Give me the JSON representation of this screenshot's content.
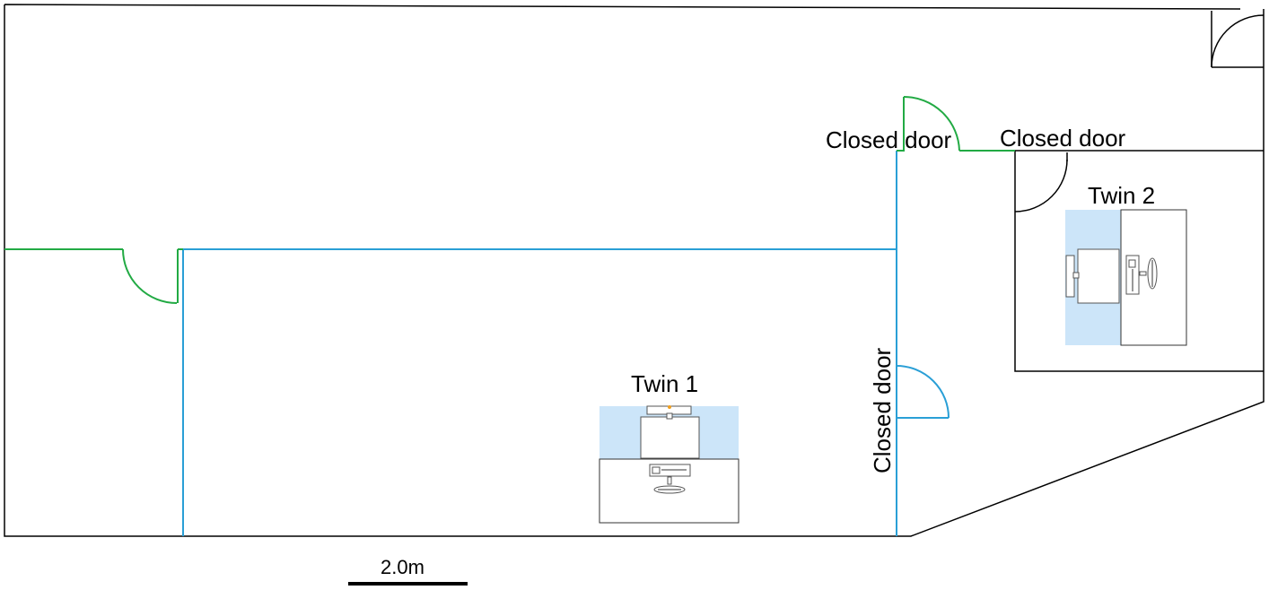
{
  "labels": {
    "closed_door_1": "Closed door",
    "closed_door_2": "Closed door",
    "closed_door_3": "Closed door",
    "twin_1": "Twin 1",
    "twin_2": "Twin 2"
  },
  "scale_bar": {
    "label": "2.0m"
  },
  "colors": {
    "outer_walls": "#000000",
    "zone_boundary_blue": "#2a9fd6",
    "zone_boundary_green": "#22aa44",
    "workstation_area": "#cce5f9"
  }
}
